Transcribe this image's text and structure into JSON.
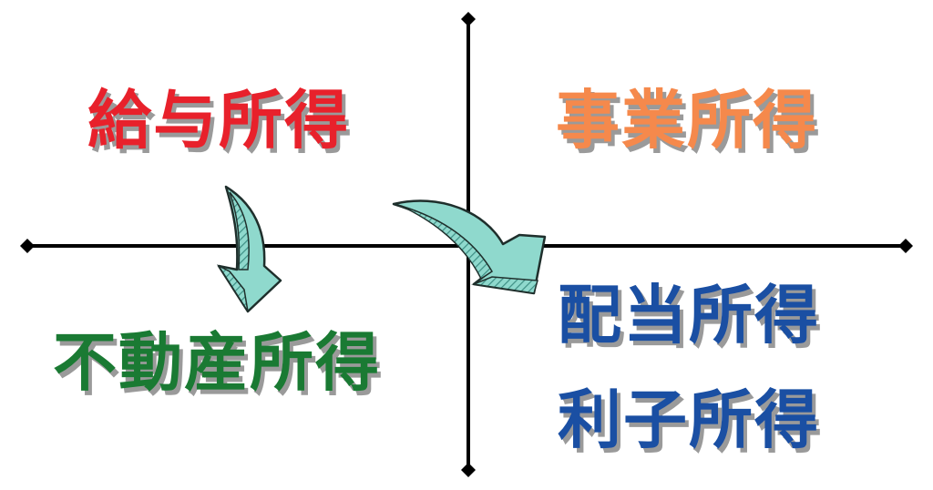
{
  "quadrants": {
    "top_left": {
      "label": "給与所得",
      "color": "#e8212b"
    },
    "top_right": {
      "label": "事業所得",
      "color": "#f5894c"
    },
    "bottom_left": {
      "label": "不動産所得",
      "color": "#1a7a33"
    },
    "bottom_right": {
      "labels": [
        "配当所得",
        "利子所得"
      ],
      "color": "#1a4fa3"
    }
  },
  "arrows": {
    "fill": "#8fd9cd",
    "stroke": "#1f2f2c",
    "shade": "#3e8f85"
  },
  "axes": {
    "color": "#000000"
  }
}
